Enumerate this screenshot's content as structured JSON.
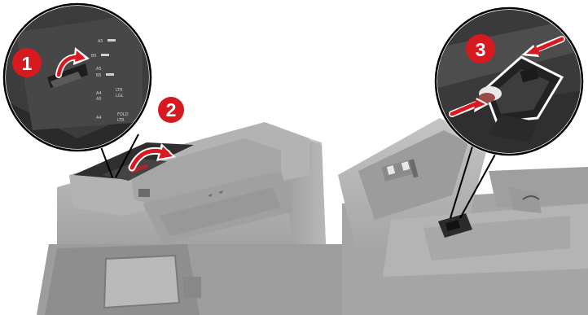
{
  "figure": {
    "steps": [
      {
        "number": "1"
      },
      {
        "number": "2"
      },
      {
        "number": "3"
      }
    ],
    "panel_labels": {
      "row1": "A5",
      "row2": "B5",
      "row3": "A5",
      "row4": "B5",
      "row5": "A4",
      "row6": "A5",
      "row7": "A4",
      "tag_ltr": "LTR",
      "tag_lgl": "LGL",
      "tag_fold": "FOLD",
      "tag_ltr2": "LTR"
    },
    "colors": {
      "callout_red": "#d71920",
      "printer_gray": "#a9a9a9",
      "panel_dark": "#3a3a3a"
    },
    "icons": [
      "curved-arrow-icon",
      "push-arrow-icon"
    ]
  }
}
